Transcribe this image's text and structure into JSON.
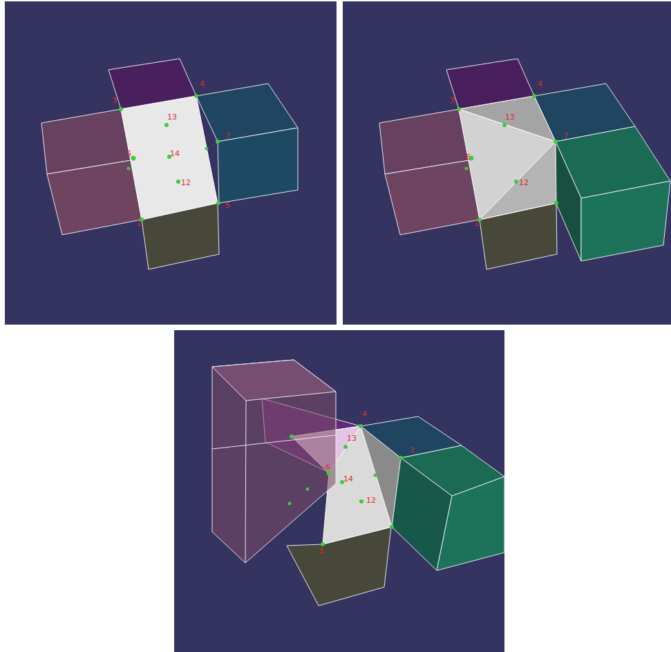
{
  "diagram": {
    "labels": [
      "3",
      "4",
      "13",
      "6",
      "7",
      "14",
      "12",
      "5",
      "1",
      "3",
      "4",
      "13",
      "7",
      "6",
      "12",
      "1",
      "4",
      "13",
      "7",
      "6",
      "14",
      "12",
      "1"
    ]
  }
}
